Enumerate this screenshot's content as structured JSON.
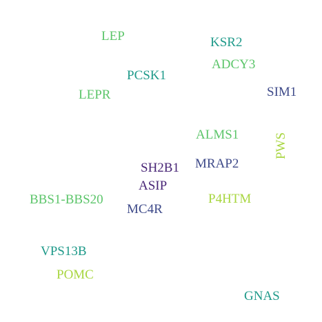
{
  "words": {
    "lep": {
      "text": "LEP",
      "color": "#5cc56a"
    },
    "ksr2": {
      "text": "KSR2",
      "color": "#1f9a8a"
    },
    "adcy3": {
      "text": "ADCY3",
      "color": "#5cc56a"
    },
    "pcsk1": {
      "text": "PCSK1",
      "color": "#1f9a8a"
    },
    "lepr": {
      "text": "LEPR",
      "color": "#5cc56a"
    },
    "sim1": {
      "text": "SIM1",
      "color": "#3e4a89"
    },
    "alms1": {
      "text": "ALMS1",
      "color": "#5cc56a"
    },
    "pws": {
      "text": "PWS",
      "color": "#a8d640"
    },
    "mrap2": {
      "text": "MRAP2",
      "color": "#3e4a89"
    },
    "sh2b1": {
      "text": "SH2B1",
      "color": "#482576"
    },
    "asip": {
      "text": "ASIP",
      "color": "#482576"
    },
    "bbs": {
      "text": "BBS1-BBS20",
      "color": "#5cc56a"
    },
    "p4htm": {
      "text": "P4HTM",
      "color": "#a8d640"
    },
    "mc4r": {
      "text": "MC4R",
      "color": "#3e4a89"
    },
    "vps13b": {
      "text": "VPS13B",
      "color": "#1f9a8a"
    },
    "pomc": {
      "text": "POMC",
      "color": "#a8d640"
    },
    "gnas": {
      "text": "GNAS",
      "color": "#1f9a8a"
    }
  }
}
